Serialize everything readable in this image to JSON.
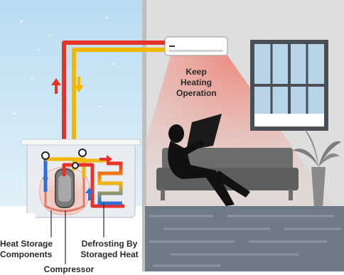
{
  "labels": {
    "keep_heating_1": "Keep",
    "keep_heating_2": "Heating",
    "keep_heating_3": "Operation",
    "heat_storage_1": "Heat Storage",
    "heat_storage_2": "Components",
    "defrosting_1": "Defrosting By",
    "defrosting_2": "Storaged Heat",
    "compressor": "Compressor"
  },
  "colors": {
    "hot_pipe": "#e63329",
    "cold_pipe": "#f2b705",
    "flow_arrow_blue": "#2f6fd6",
    "outdoor_sky": "#cfe6f5",
    "indoor_wall": "#dcdcdc",
    "warm_air": "#f08b80",
    "floor": "#6e7b87"
  },
  "icons": [
    "flow-up-arrow",
    "flow-down-arrow",
    "snowflake-icon",
    "person-reading-icon",
    "plant-icon"
  ]
}
